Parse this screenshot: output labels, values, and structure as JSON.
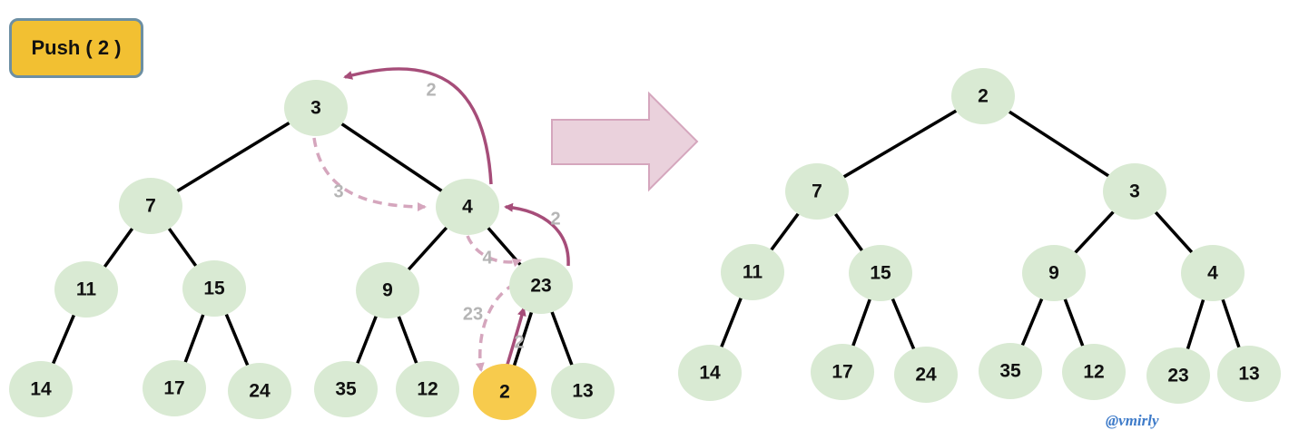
{
  "operation": {
    "label": "Push ( 2 )"
  },
  "before": {
    "nodes": [
      {
        "id": "b3",
        "label": "3"
      },
      {
        "id": "b7",
        "label": "7"
      },
      {
        "id": "b4",
        "label": "4"
      },
      {
        "id": "b11",
        "label": "11"
      },
      {
        "id": "b15",
        "label": "15"
      },
      {
        "id": "b9",
        "label": "9"
      },
      {
        "id": "b23",
        "label": "23"
      },
      {
        "id": "b14",
        "label": "14"
      },
      {
        "id": "b17",
        "label": "17"
      },
      {
        "id": "b24",
        "label": "24"
      },
      {
        "id": "b35",
        "label": "35"
      },
      {
        "id": "b12",
        "label": "12"
      },
      {
        "id": "b2",
        "label": "2",
        "highlight": true
      },
      {
        "id": "b13",
        "label": "13"
      }
    ],
    "swap_labels": {
      "up_2_to_root": "2",
      "down_3": "3",
      "up_2_to_4": "2",
      "down_4": "4",
      "down_23": "23",
      "up_2_to_23": "2"
    }
  },
  "after": {
    "nodes": [
      {
        "id": "a2",
        "label": "2"
      },
      {
        "id": "a7",
        "label": "7"
      },
      {
        "id": "a3",
        "label": "3"
      },
      {
        "id": "a11",
        "label": "11"
      },
      {
        "id": "a15",
        "label": "15"
      },
      {
        "id": "a9",
        "label": "9"
      },
      {
        "id": "a4",
        "label": "4"
      },
      {
        "id": "a14",
        "label": "14"
      },
      {
        "id": "a17",
        "label": "17"
      },
      {
        "id": "a24",
        "label": "24"
      },
      {
        "id": "a35",
        "label": "35"
      },
      {
        "id": "a12",
        "label": "12"
      },
      {
        "id": "a23",
        "label": "23"
      },
      {
        "id": "a13",
        "label": "13"
      }
    ]
  },
  "credit": "@vmirly",
  "colors": {
    "node_fill": "#d9ead3",
    "highlight_fill": "#f7cb4d",
    "edge": "#000000",
    "swap_up_arrow": "#a64d79",
    "swap_down_arrow": "#d5a6bd",
    "swap_label": "#b5b5b5",
    "transition_arrow_fill": "#ead1dc",
    "transition_arrow_stroke": "#d5a6bd",
    "badge_fill": "#f2c032",
    "badge_border": "#6d8fa3",
    "credit": "#3e7bc9"
  }
}
